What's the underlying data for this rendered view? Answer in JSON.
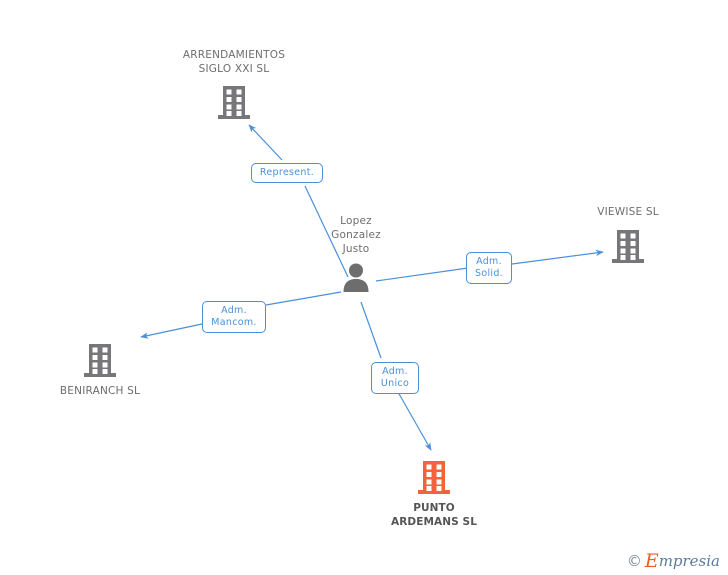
{
  "diagram": {
    "type": "entity-relationship-network",
    "background_color": "#ffffff",
    "edge_color": "#4a90d9",
    "company_icon_color": "#77777a",
    "focus_icon_color": "#f4613a",
    "person_icon_color": "#6d6d6d"
  },
  "nodes": [
    {
      "id": "arrendamientos",
      "label": "ARRENDAMIENTOS\nSIGLO XXI SL",
      "icon": "building-icon",
      "kind": "company",
      "focus": false
    },
    {
      "id": "viewise",
      "label": "VIEWISE SL",
      "icon": "building-icon",
      "kind": "company",
      "focus": false
    },
    {
      "id": "beniranch",
      "label": "BENIRANCH SL",
      "icon": "building-icon",
      "kind": "company",
      "focus": false
    },
    {
      "id": "punto_ardemans",
      "label": "PUNTO\nARDEMANS SL",
      "icon": "building-icon",
      "kind": "company",
      "focus": true
    },
    {
      "id": "lopez",
      "label": "Lopez\nGonzalez\nJusto",
      "icon": "person-icon",
      "kind": "person",
      "focus": false
    }
  ],
  "edges": [
    {
      "id": "edge-represent",
      "from": "lopez",
      "to": "arrendamientos",
      "label": "Represent."
    },
    {
      "id": "edge-adm-solid",
      "from": "lopez",
      "to": "viewise",
      "label": "Adm.\nSolid."
    },
    {
      "id": "edge-adm-mancom",
      "from": "lopez",
      "to": "beniranch",
      "label": "Adm.\nMancom."
    },
    {
      "id": "edge-adm-unico",
      "from": "lopez",
      "to": "punto_ardemans",
      "label": "Adm.\nUnico"
    }
  ],
  "watermark": {
    "copyright": "©",
    "brand_initial": "E",
    "brand_rest": "mpresia"
  }
}
